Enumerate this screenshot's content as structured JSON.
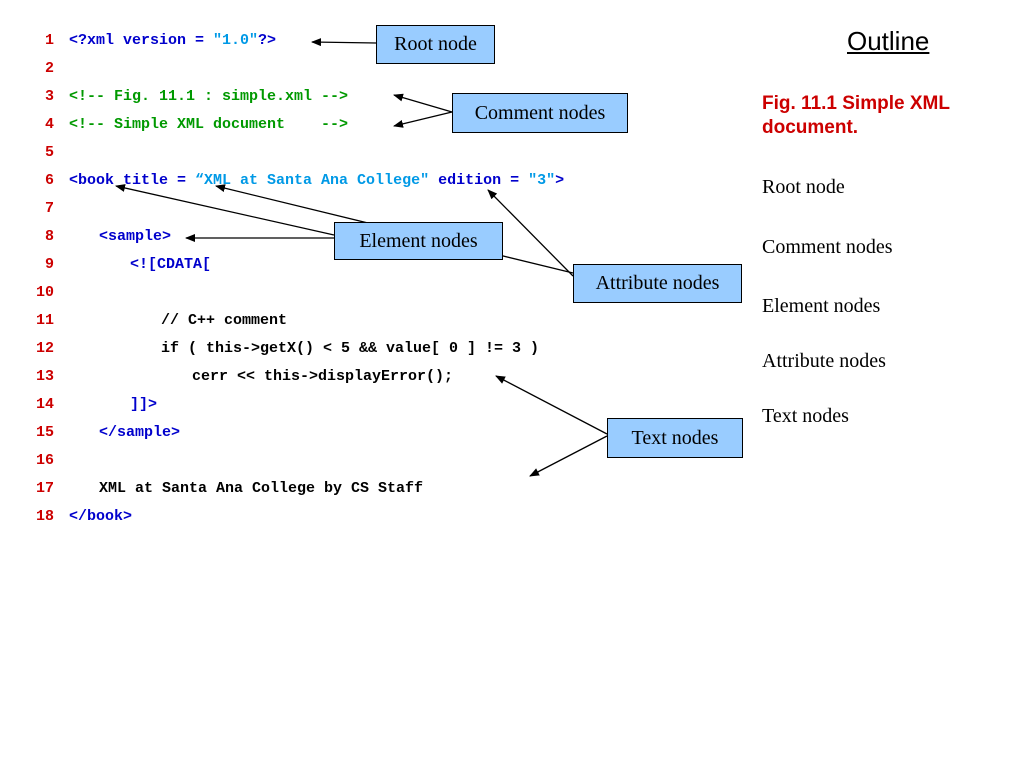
{
  "listing": {
    "line_numbers": [
      "1",
      "2",
      "3",
      "4",
      "5",
      "6",
      "7",
      "8",
      "9",
      "10",
      "11",
      "12",
      "13",
      "14",
      "15",
      "16",
      "17",
      "18"
    ],
    "line1": {
      "a": "<?xml version = ",
      "b": "\"1.0\"",
      "c": "?>"
    },
    "line3": "<!-- Fig. 11.1 : simple.xml -->",
    "line4": "<!-- Simple XML document    -->",
    "line6": {
      "a": "<book title = ",
      "b": "“XML at Santa Ana College\"",
      "c": " edition = ",
      "d": "\"3\"",
      "e": ">"
    },
    "line8": "<sample>",
    "line9": "<![CDATA[",
    "line11": "// C++ comment",
    "line12": "if ( this->getX() < 5 && value[ 0 ] != 3 )",
    "line13": "cerr << this->displayError();",
    "line14": "]]>",
    "line15": "</sample>",
    "line17": "XML at Santa Ana College by CS Staff",
    "line18": "</book>"
  },
  "callouts": {
    "root": "Root node",
    "comment": "Comment nodes",
    "element": "Element nodes",
    "attribute": "Attribute nodes",
    "text": "Text nodes"
  },
  "outline": {
    "title": "Outline",
    "caption": "Fig. 11.1  Simple XML document.",
    "items": [
      "Root node",
      "Comment nodes",
      "Element nodes",
      "Attribute nodes",
      "Text nodes"
    ]
  },
  "colors": {
    "line_number": "#cc0000",
    "markup": "#0000cc",
    "attribute_value": "#0099e6",
    "comment": "#009900",
    "callout_fill": "#99ccff",
    "caption": "#cc0000"
  }
}
